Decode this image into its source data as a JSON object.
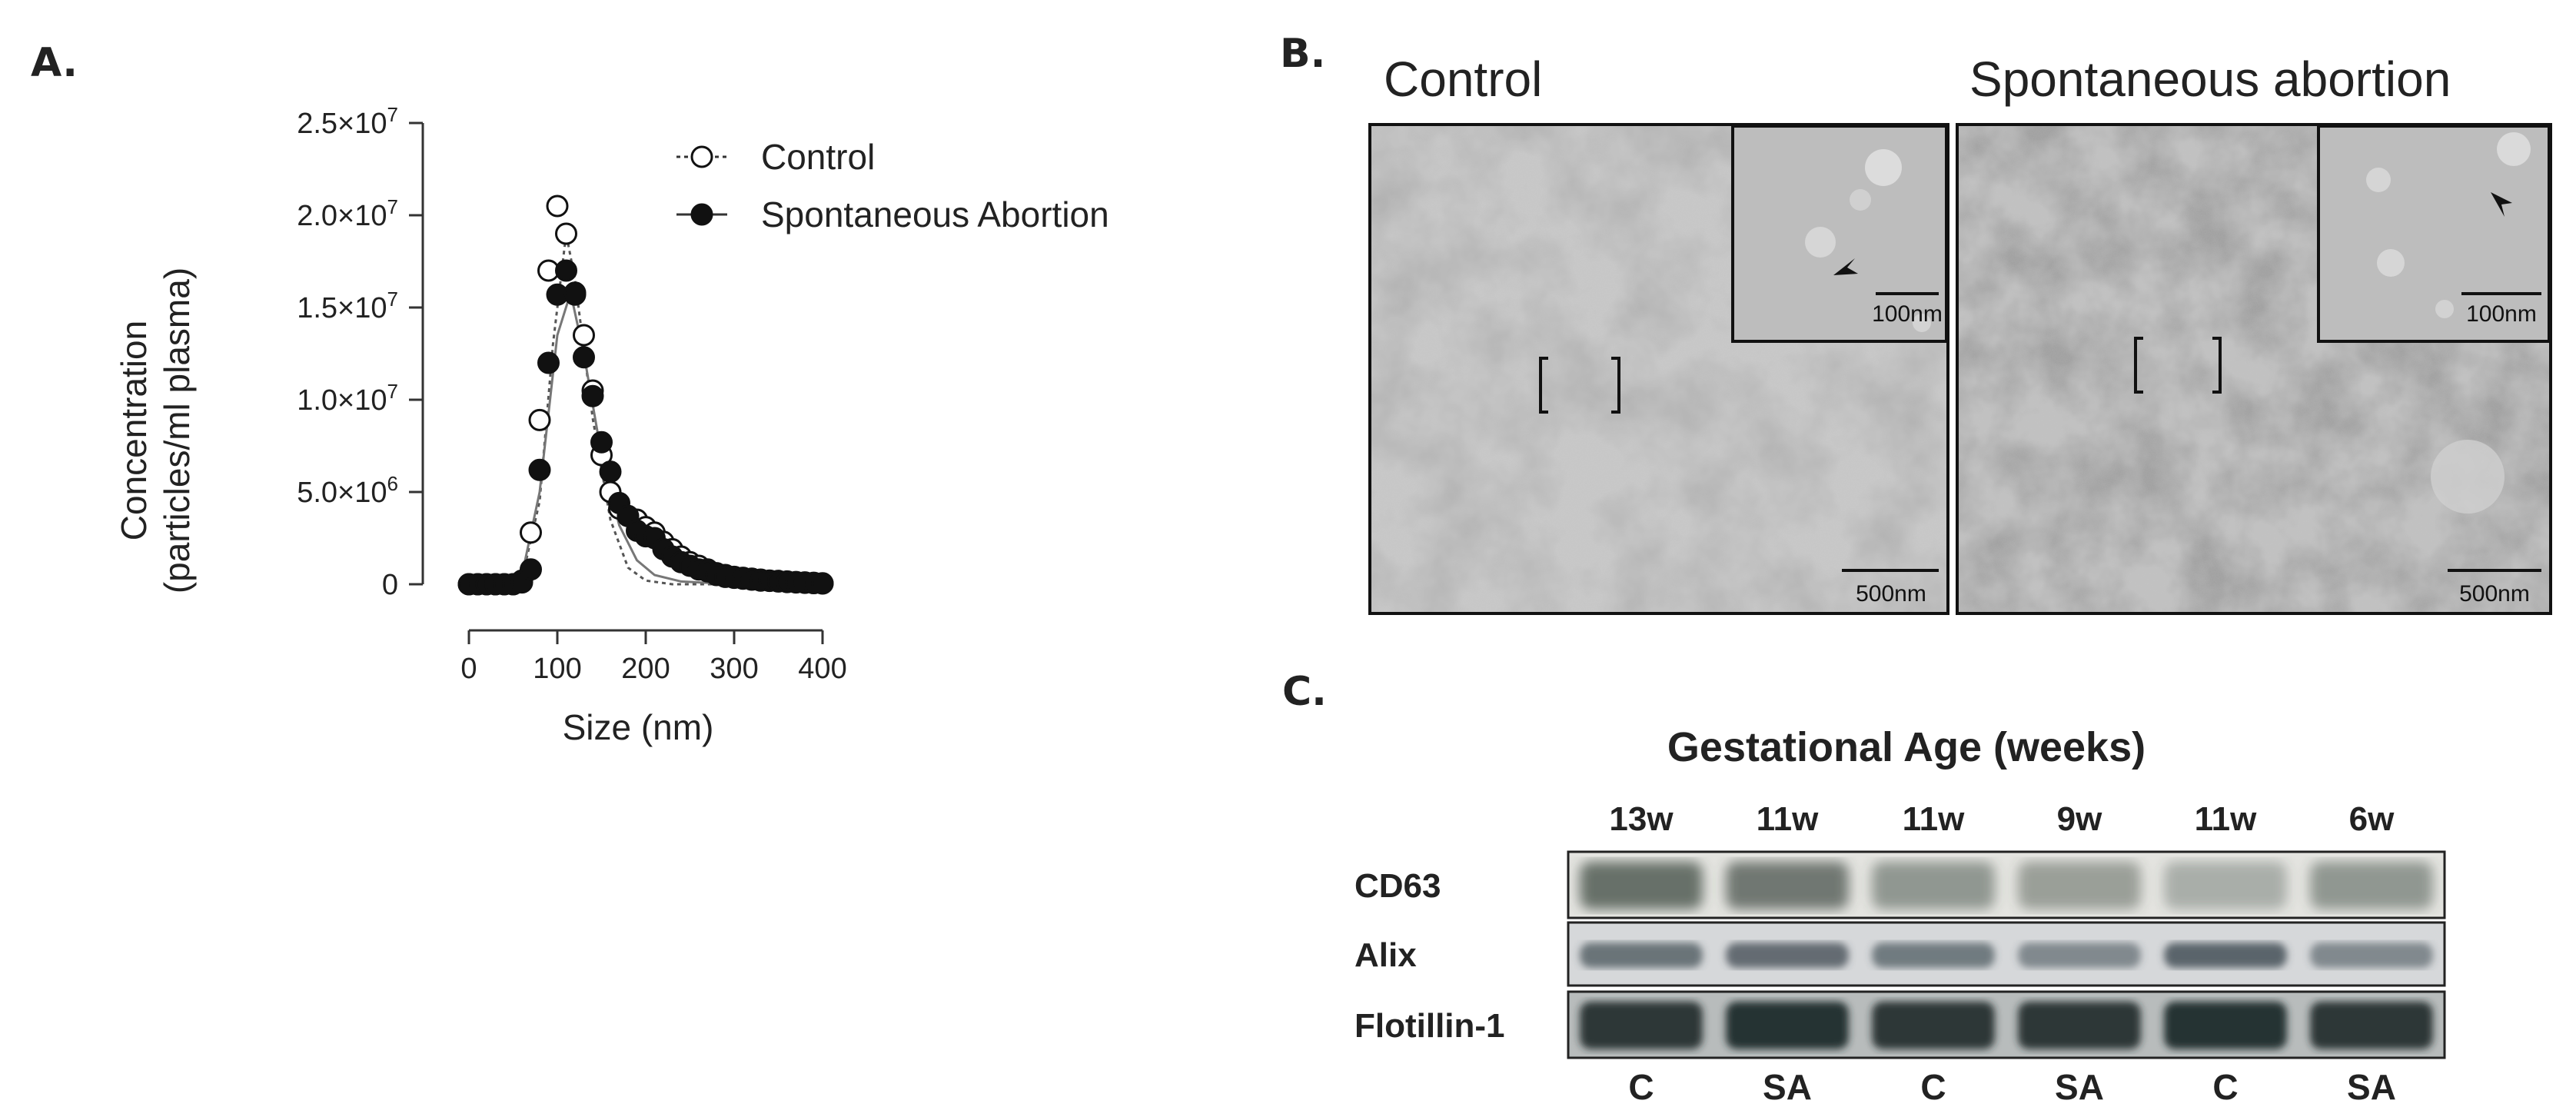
{
  "panels": {
    "a": {
      "letter": "A."
    },
    "b": {
      "letter": "B."
    },
    "c": {
      "letter": "C."
    }
  },
  "chart_data": {
    "type": "scatter",
    "xlabel": "Size (nm)",
    "ylabel_line1": "Concentration",
    "ylabel_line2": "(particles/ml plasma)",
    "xlim": [
      0,
      400
    ],
    "ylim": [
      0,
      25000000
    ],
    "x_ticks": [
      "0",
      "100",
      "200",
      "300",
      "400"
    ],
    "y_ticks": [
      {
        "value": 0,
        "label": "0"
      },
      {
        "value": 5000000,
        "label": "5.0×10",
        "exp": "6"
      },
      {
        "value": 10000000,
        "label": "1.0×10",
        "exp": "7"
      },
      {
        "value": 15000000,
        "label": "1.5×10",
        "exp": "7"
      },
      {
        "value": 20000000,
        "label": "2.0×10",
        "exp": "7"
      },
      {
        "value": 25000000,
        "label": "2.5×10",
        "exp": "7"
      }
    ],
    "legend_position": "top-right",
    "series": [
      {
        "name": "Control",
        "marker": "open-circle",
        "fit": "dotted",
        "points": [
          [
            0,
            0
          ],
          [
            10,
            0
          ],
          [
            20,
            0
          ],
          [
            30,
            0
          ],
          [
            40,
            0
          ],
          [
            50,
            0
          ],
          [
            60,
            200000
          ],
          [
            70,
            2800000
          ],
          [
            80,
            8900000
          ],
          [
            90,
            17000000
          ],
          [
            100,
            20500000
          ],
          [
            110,
            19000000
          ],
          [
            120,
            15700000
          ],
          [
            130,
            13500000
          ],
          [
            140,
            10500000
          ],
          [
            150,
            7000000
          ],
          [
            160,
            5000000
          ],
          [
            170,
            4100000
          ],
          [
            180,
            3700000
          ],
          [
            190,
            3500000
          ],
          [
            200,
            3100000
          ],
          [
            210,
            2800000
          ],
          [
            220,
            2300000
          ],
          [
            230,
            1900000
          ],
          [
            240,
            1500000
          ],
          [
            250,
            1200000
          ],
          [
            260,
            1000000
          ],
          [
            270,
            800000
          ],
          [
            280,
            600000
          ],
          [
            290,
            500000
          ],
          [
            300,
            400000
          ],
          [
            310,
            350000
          ],
          [
            320,
            300000
          ],
          [
            330,
            250000
          ],
          [
            340,
            200000
          ],
          [
            350,
            180000
          ],
          [
            360,
            150000
          ],
          [
            370,
            120000
          ],
          [
            380,
            100000
          ],
          [
            390,
            80000
          ],
          [
            400,
            50000
          ]
        ],
        "fit_curve": [
          [
            40,
            0
          ],
          [
            60,
            300000
          ],
          [
            80,
            4500000
          ],
          [
            95,
            13000000
          ],
          [
            110,
            19000000
          ],
          [
            120,
            16500000
          ],
          [
            140,
            9000000
          ],
          [
            160,
            3500000
          ],
          [
            180,
            900000
          ],
          [
            200,
            200000
          ],
          [
            230,
            0
          ],
          [
            400,
            0
          ]
        ]
      },
      {
        "name": "Spontaneous Abortion",
        "marker": "filled-circle",
        "fit": "solid",
        "points": [
          [
            0,
            0
          ],
          [
            10,
            0
          ],
          [
            20,
            0
          ],
          [
            30,
            0
          ],
          [
            40,
            0
          ],
          [
            50,
            0
          ],
          [
            60,
            100000
          ],
          [
            70,
            800000
          ],
          [
            80,
            6200000
          ],
          [
            90,
            12000000
          ],
          [
            100,
            15700000
          ],
          [
            110,
            17000000
          ],
          [
            120,
            15800000
          ],
          [
            130,
            12300000
          ],
          [
            140,
            10200000
          ],
          [
            150,
            7700000
          ],
          [
            160,
            6100000
          ],
          [
            170,
            4400000
          ],
          [
            180,
            3700000
          ],
          [
            190,
            2900000
          ],
          [
            200,
            2600000
          ],
          [
            210,
            2500000
          ],
          [
            220,
            1900000
          ],
          [
            230,
            1500000
          ],
          [
            240,
            1200000
          ],
          [
            250,
            1000000
          ],
          [
            260,
            800000
          ],
          [
            270,
            700000
          ],
          [
            280,
            500000
          ],
          [
            290,
            400000
          ],
          [
            300,
            350000
          ],
          [
            310,
            300000
          ],
          [
            320,
            250000
          ],
          [
            330,
            200000
          ],
          [
            340,
            180000
          ],
          [
            350,
            150000
          ],
          [
            360,
            120000
          ],
          [
            370,
            100000
          ],
          [
            380,
            80000
          ],
          [
            390,
            60000
          ],
          [
            400,
            40000
          ]
        ],
        "fit_curve": [
          [
            40,
            0
          ],
          [
            60,
            500000
          ],
          [
            80,
            5000000
          ],
          [
            100,
            13500000
          ],
          [
            115,
            15800000
          ],
          [
            130,
            12500000
          ],
          [
            150,
            7000000
          ],
          [
            170,
            3200000
          ],
          [
            190,
            1300000
          ],
          [
            210,
            500000
          ],
          [
            240,
            150000
          ],
          [
            300,
            0
          ],
          [
            400,
            0
          ]
        ]
      }
    ]
  },
  "micrographs": [
    {
      "title": "Control",
      "inset_scale": "100nm",
      "main_scale": "500nm"
    },
    {
      "title": "Spontaneous abortion",
      "inset_scale": "100nm",
      "main_scale": "500nm"
    }
  ],
  "western_blot": {
    "title": "Gestational Age (weeks)",
    "weeks": [
      "13w",
      "11w",
      "11w",
      "9w",
      "11w",
      "6w"
    ],
    "groups": [
      "C",
      "SA",
      "C",
      "SA",
      "C",
      "SA"
    ],
    "proteins": [
      "CD63",
      "Alix",
      "Flotillin-1"
    ]
  }
}
